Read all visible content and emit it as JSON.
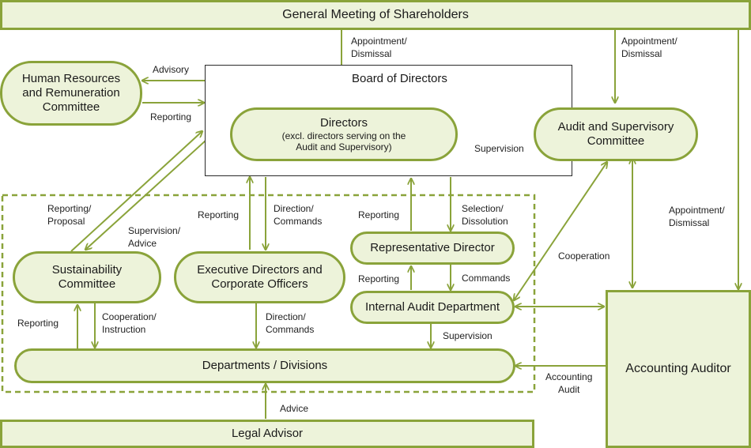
{
  "nodes": {
    "shareholders": "General Meeting of Shareholders",
    "board": "Board of Directors",
    "hr_committee": "Human Resources\nand Remuneration\nCommittee",
    "directors_title": "Directors",
    "directors_note": "(excl. directors serving on the\nAudit and Supervisory)",
    "audit_committee": "Audit and Supervisory\nCommittee",
    "sustainability": "Sustainability\nCommittee",
    "executive": "Executive Directors and\nCorporate Officers",
    "representative": "Representative Director",
    "internal_audit": "Internal Audit Department",
    "departments": "Departments  / Divisions",
    "accounting_auditor": "Accounting Auditor",
    "legal_advisor": "Legal Advisor"
  },
  "labels": {
    "appointment_board": "Appointment/\nDismissal",
    "appointment_audit": "Appointment/\nDismissal",
    "appointment_auditor": "Appointment/\nDismissal",
    "advisory": "Advisory",
    "reporting_hr": "Reporting",
    "supervision_directors": "Supervision",
    "reporting_proposal": "Reporting/\nProposal",
    "supervision_advice": "Supervision/\nAdvice",
    "reporting_exec": "Reporting",
    "direction_exec": "Direction/\nCommands",
    "reporting_rep": "Reporting",
    "selection": "Selection/\nDissolution",
    "cooperation": "Cooperation",
    "reporting_internal": "Reporting",
    "commands": "Commands",
    "reporting_sust": "Reporting",
    "cooperation_instruction": "Cooperation/\nInstruction",
    "direction_dept": "Direction/\nCommands",
    "supervision_dept": "Supervision",
    "accounting_audit": "Accounting\nAudit",
    "advice": "Advice"
  },
  "colors": {
    "box_fill": "#edf3da",
    "box_border": "#8aa33a",
    "arrow": "#8aa33a",
    "frame": "#2a2a2a"
  }
}
